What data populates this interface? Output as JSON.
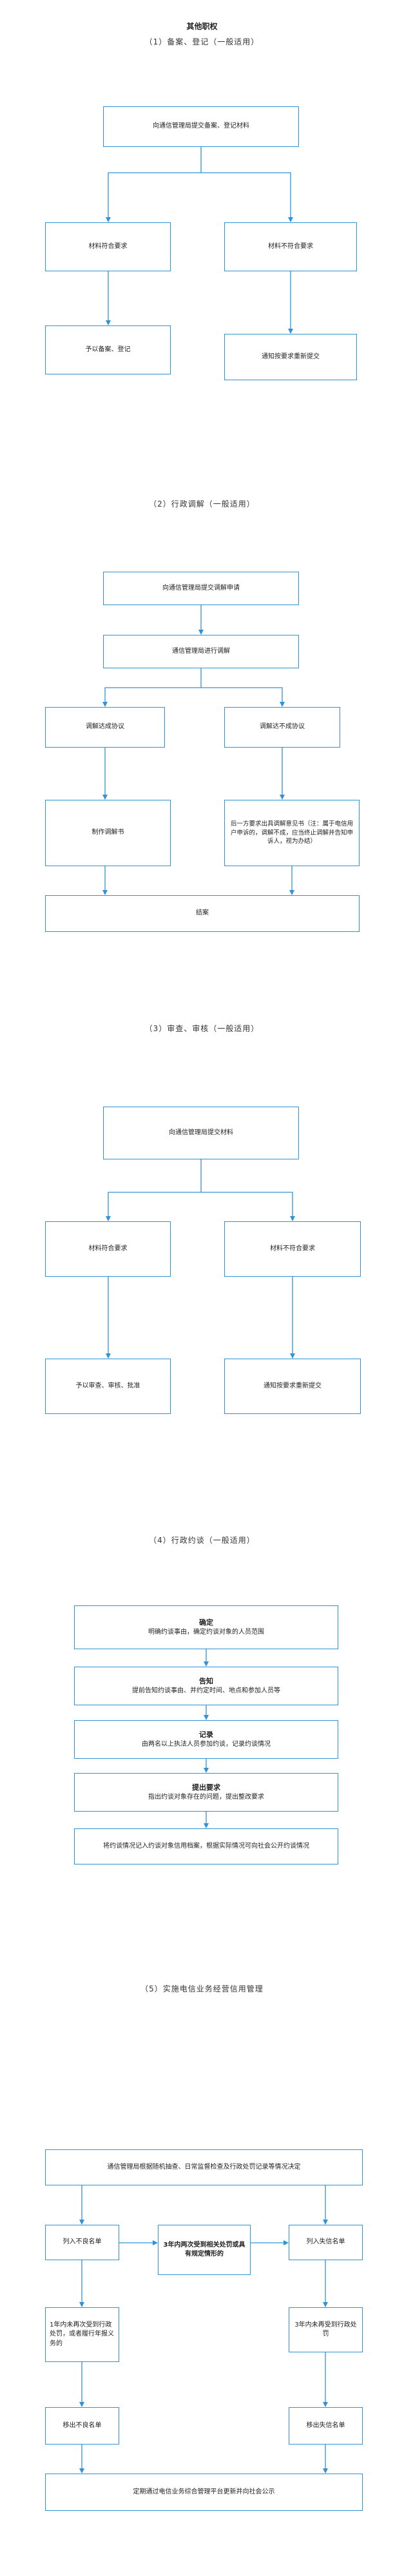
{
  "page_title": "其他职权",
  "sections": [
    {
      "heading": "（1）备案、登记（一般适用）"
    },
    {
      "heading": "（2）行政调解（一般适用）"
    },
    {
      "heading": "（3）审查、审核（一般适用）"
    },
    {
      "heading": "（4）行政约谈（一般适用）"
    },
    {
      "heading": "（5）实施电信业务经营信用管理"
    }
  ],
  "s1": {
    "submit": "向通信管理局提交备案、登记材料",
    "ok": "材料符合要求",
    "bad": "材料不符合要求",
    "accept": "予以备案、登记",
    "notify": "通知按要求重新提交"
  },
  "s2": {
    "submit": "向通信管理局提交调解申请",
    "process": "通信管理局进行调解",
    "agree": "调解达成协议",
    "disagree": "调解达不成协议",
    "make": "制作调解书",
    "opinion": "后一方要求出具调解意见书（注：属于电信用户申诉的，调解不成，应当终止调解并告知申诉人，视为办结）",
    "close": "结案"
  },
  "s3": {
    "submit": "向通信管理局提交材料",
    "ok": "材料符合要求",
    "bad": "材料不符合要求",
    "accept": "予以审查、审核、批准",
    "notify": "通知按要求重新提交"
  },
  "s4": {
    "s1_head": "确定",
    "s1_body": "明确约谈事由，确定约谈对象的人员范围",
    "s2_head": "告知",
    "s2_body": "提前告知约谈事由、并约定时间、地点和参加人员等",
    "s3_head": "记录",
    "s3_body": "由两名以上执法人员参加约谈，记录约谈情况",
    "s4_head": "提出要求",
    "s4_body": "指出约谈对象存在的问题，提出整改要求",
    "s5_body": "将约谈情况记入约谈对象信用档案，根据实际情况可向社会公开约谈情况"
  },
  "s5": {
    "top": "通信管理局根据随机抽查、日常监督检查及行政处罚记录等情况决定",
    "bad_list": "列入不良名单",
    "mid": "3年内两次受到相关处罚或具有规定情形的",
    "dishonest": "列入失信名单",
    "left_cond": "1年内未再次受到行政处罚，或者履行年报义务的",
    "right_cond": "3年内未再受到行政处罚",
    "remove_bad": "移出不良名单",
    "remove_dis": "移出失信名单",
    "publish": "定期通过电信业务综合管理平台更新并向社会公示"
  }
}
